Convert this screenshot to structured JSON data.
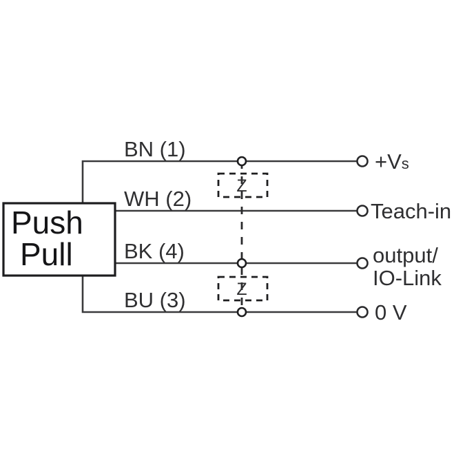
{
  "diagram": {
    "type": "wiring-diagram",
    "title": "Push Pull sensor wiring diagram",
    "device": {
      "label_line1": "Push",
      "label_line2": "Pull"
    },
    "wires": [
      {
        "id": "bn",
        "label": "BN (1)",
        "color_code": "BN",
        "pin": "1",
        "terminal": "+Vs",
        "terminal_main": "+V",
        "terminal_sub": "s"
      },
      {
        "id": "wh",
        "label": "WH (2)",
        "color_code": "WH",
        "pin": "2",
        "terminal": "Teach-in",
        "terminal_main": "Teach-in",
        "terminal_sub": ""
      },
      {
        "id": "bk",
        "label": "BK (4)",
        "color_code": "BK",
        "pin": "4",
        "terminal": "output/IO-Link",
        "terminal_main": "output/",
        "terminal_sub": "IO-Link"
      },
      {
        "id": "bu",
        "label": "BU (3)",
        "color_code": "BU",
        "pin": "3",
        "terminal": "0 V",
        "terminal_main": "0 V",
        "terminal_sub": ""
      }
    ],
    "components": [
      {
        "id": "z-top",
        "label": "Z",
        "description": "suppressor-element-upper"
      },
      {
        "id": "z-bottom",
        "label": "Z",
        "description": "suppressor-element-lower"
      }
    ],
    "colors": {
      "wire_stroke": "#3a3a3c",
      "outline": "#1d1d1f",
      "text": "#2f2f31",
      "background": "#ffffff"
    }
  }
}
